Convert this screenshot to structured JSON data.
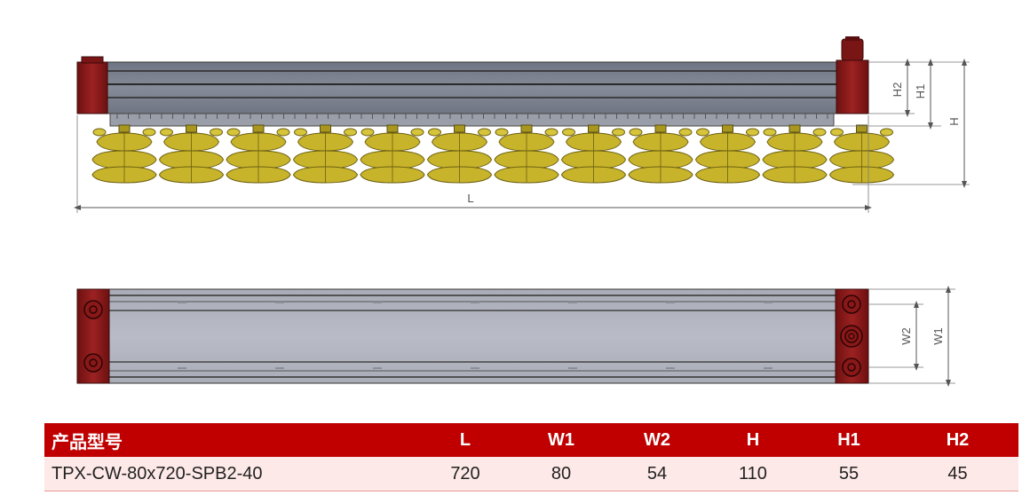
{
  "dimension_labels": {
    "L": "L",
    "H": "H",
    "H1": "H1",
    "H2": "H2",
    "W1": "W1",
    "W2": "W2"
  },
  "spec_table": {
    "headers": [
      "产品型号",
      "L",
      "W1",
      "W2",
      "H",
      "H1",
      "H2"
    ],
    "rows": [
      [
        "TPX-CW-80x720-SPB2-40",
        "720",
        "80",
        "54",
        "110",
        "55",
        "45"
      ]
    ]
  },
  "colors": {
    "end_cap": "#8b1a1a",
    "body": "#7d8390",
    "suction_cup": "#c8b42a",
    "table_header": "#c00000",
    "table_row": "#fde9e7"
  },
  "icons": [
    "suction-cup-icon",
    "mounting-hole-icon",
    "air-port-icon"
  ]
}
